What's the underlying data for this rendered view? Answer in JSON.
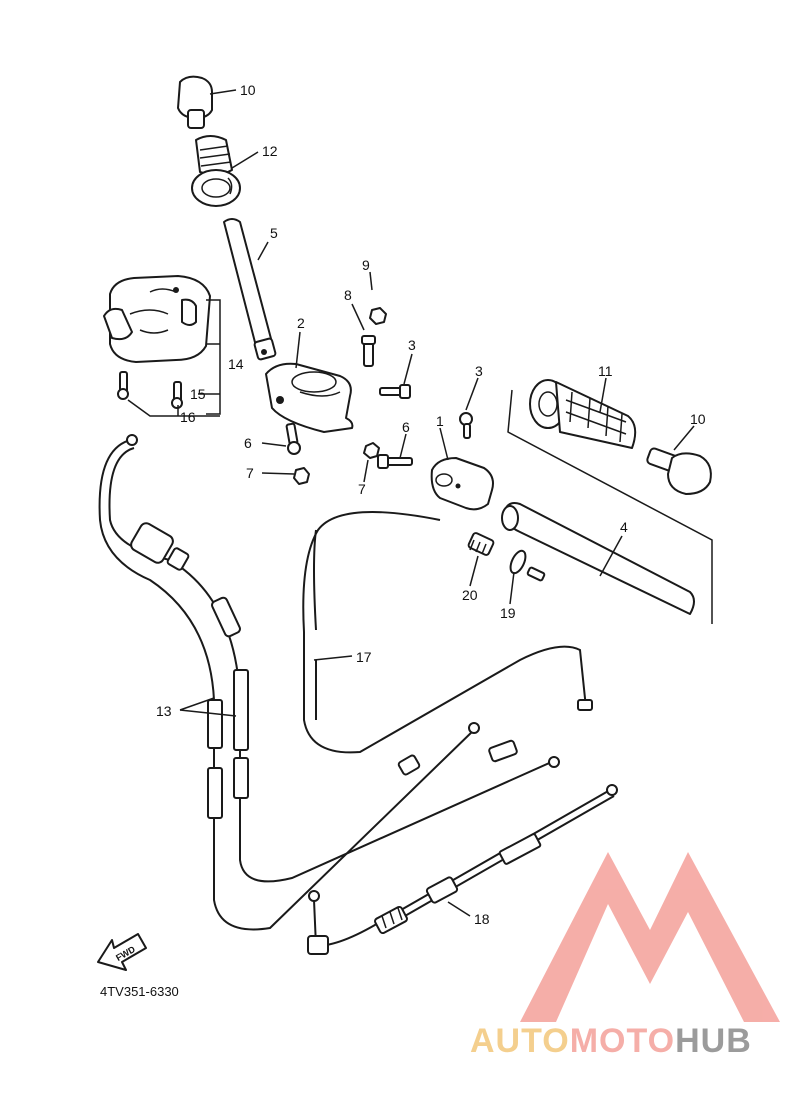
{
  "diagram": {
    "code": "4TV351-6330",
    "fwd_label": "FWD",
    "callouts": [
      {
        "id": "c10a",
        "text": "10"
      },
      {
        "id": "c12",
        "text": "12"
      },
      {
        "id": "c5",
        "text": "5"
      },
      {
        "id": "c9",
        "text": "9"
      },
      {
        "id": "c8",
        "text": "8"
      },
      {
        "id": "c2",
        "text": "2"
      },
      {
        "id": "c3a",
        "text": "3"
      },
      {
        "id": "c14",
        "text": "14"
      },
      {
        "id": "c15",
        "text": "15"
      },
      {
        "id": "c16",
        "text": "16"
      },
      {
        "id": "c6a",
        "text": "6"
      },
      {
        "id": "c7a",
        "text": "7"
      },
      {
        "id": "c3b",
        "text": "3"
      },
      {
        "id": "c11",
        "text": "11"
      },
      {
        "id": "c10b",
        "text": "10"
      },
      {
        "id": "c1",
        "text": "1"
      },
      {
        "id": "c6b",
        "text": "6"
      },
      {
        "id": "c7b",
        "text": "7"
      },
      {
        "id": "c4",
        "text": "4"
      },
      {
        "id": "c20",
        "text": "20"
      },
      {
        "id": "c19",
        "text": "19"
      },
      {
        "id": "c17",
        "text": "17"
      },
      {
        "id": "c13",
        "text": "13"
      },
      {
        "id": "c18",
        "text": "18"
      }
    ]
  },
  "watermark": {
    "part1": "AUTO",
    "part2": "MOTO",
    "part3": "HUB",
    "color1": "#f3c77b",
    "color2": "#f4a09a",
    "color3": "#8a8a8a",
    "logo_color": "#f4a09a"
  }
}
